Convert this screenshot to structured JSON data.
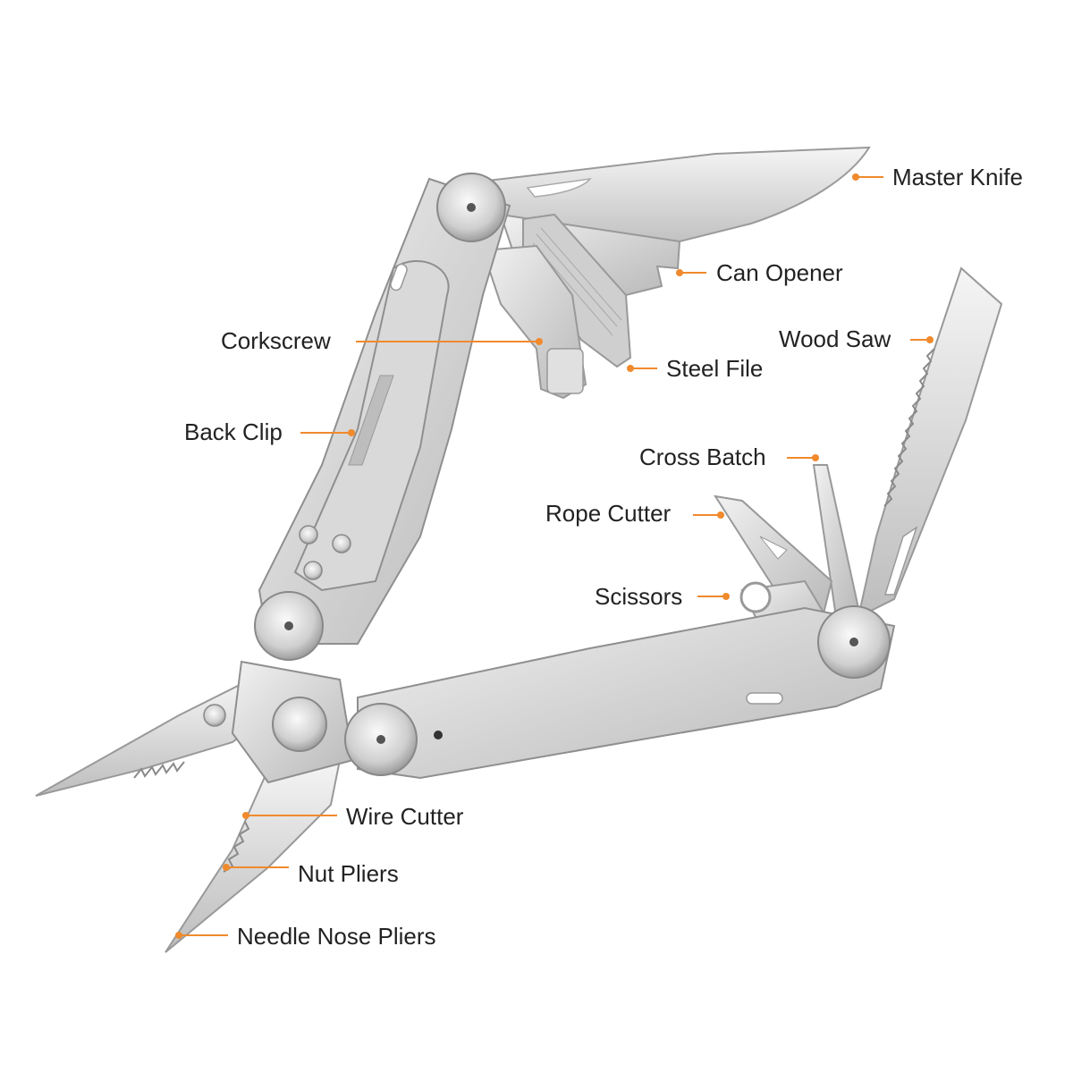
{
  "colors": {
    "accent": "#f08a2c",
    "steel_light": "#e6e6e6",
    "steel_mid": "#c9c9c9",
    "steel_dark": "#9a9a9a",
    "text": "#222222"
  },
  "tool_parts": [
    {
      "id": "master-knife",
      "label": "Master Knife"
    },
    {
      "id": "can-opener",
      "label": "Can Opener"
    },
    {
      "id": "wood-saw",
      "label": "Wood Saw"
    },
    {
      "id": "corkscrew",
      "label": "Corkscrew"
    },
    {
      "id": "steel-file",
      "label": "Steel File"
    },
    {
      "id": "back-clip",
      "label": "Back Clip"
    },
    {
      "id": "cross-batch",
      "label": "Cross Batch"
    },
    {
      "id": "rope-cutter",
      "label": "Rope Cutter"
    },
    {
      "id": "scissors",
      "label": "Scissors"
    },
    {
      "id": "wire-cutter",
      "label": "Wire Cutter"
    },
    {
      "id": "nut-pliers",
      "label": "Nut Pliers"
    },
    {
      "id": "needle-nose-pliers",
      "label": "Needle Nose Pliers"
    }
  ]
}
